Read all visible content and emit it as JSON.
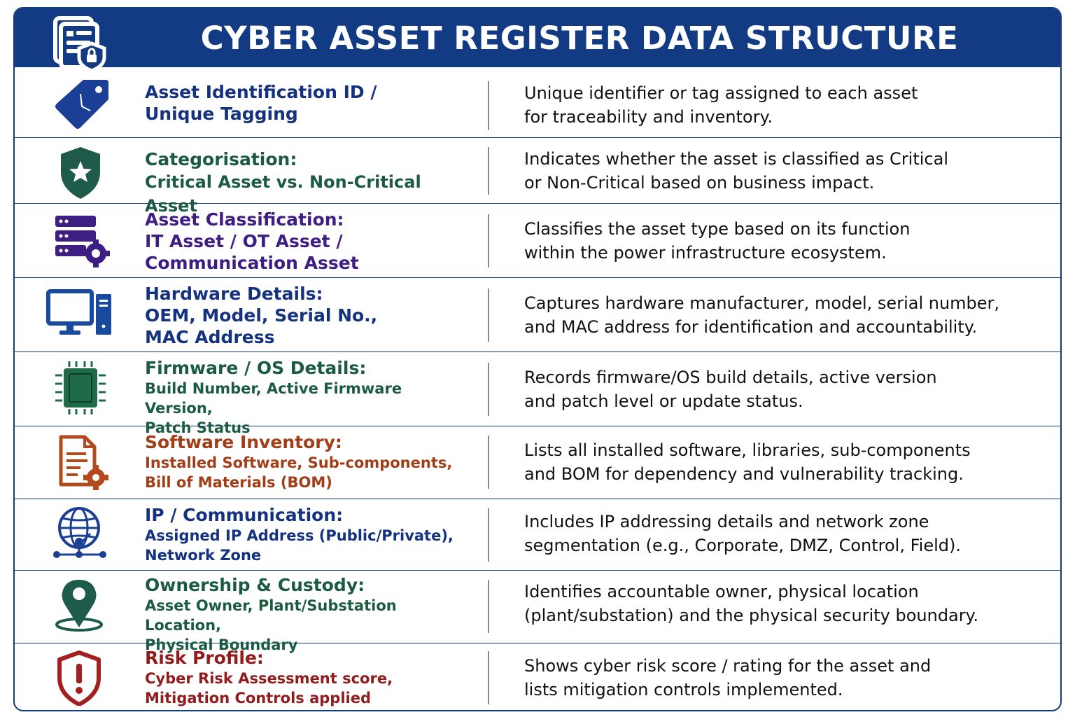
{
  "header": {
    "title": "CYBER ASSET REGISTER DATA STRUCTURE",
    "logo_icon": "document-lock-icon",
    "color": "#123b84"
  },
  "rows": [
    {
      "icon": "tag-icon",
      "color": "#14327f",
      "title": "Asset Identification ID /",
      "subtitle_lines": [
        "Unique Tagging"
      ],
      "description_lines": [
        "Unique identifier or tag assigned to each asset",
        "for traceability and inventory."
      ]
    },
    {
      "icon": "shield-star-icon",
      "color": "#1b5b42",
      "title": "Categorisation:",
      "subtitle_lines": [
        "Critical Asset vs. Non-Critical Asset"
      ],
      "description_lines": [
        "Indicates whether the asset is classified as Critical",
        "or Non-Critical based on business impact."
      ]
    },
    {
      "icon": "server-gear-icon",
      "color": "#3f1e83",
      "title": "Asset Classification:",
      "subtitle_lines": [
        "IT Asset / OT Asset /",
        "Communication Asset"
      ],
      "description_lines": [
        "Classifies the asset type based on its function",
        "within the power infrastructure ecosystem."
      ]
    },
    {
      "icon": "computer-icon",
      "color": "#14327f",
      "title": "Hardware Details:",
      "subtitle_lines": [
        "OEM, Model, Serial No.,",
        "MAC Address"
      ],
      "description_lines": [
        "Captures hardware manufacturer, model, serial number,",
        "and MAC address for identification and accountability."
      ]
    },
    {
      "icon": "chip-icon",
      "color": "#1b5b42",
      "title": "Firmware / OS Details:",
      "subtitle_lines": [
        "Build Number, Active Firmware Version,",
        "Patch Status"
      ],
      "description_lines": [
        "Records firmware/OS build details, active version",
        "and patch level or update status."
      ]
    },
    {
      "icon": "document-gear-icon",
      "color": "#a23e17",
      "title": "Software Inventory:",
      "subtitle_lines": [
        "Installed Software, Sub-components,",
        "Bill of Materials (BOM)"
      ],
      "description_lines": [
        "Lists all installed software, libraries, sub-components",
        "and BOM for dependency and vulnerability tracking."
      ]
    },
    {
      "icon": "globe-network-icon",
      "color": "#14327f",
      "title": "IP / Communication:",
      "subtitle_lines": [
        "Assigned IP Address (Public/Private),",
        "Network Zone"
      ],
      "description_lines": [
        "Includes IP addressing details and network zone",
        "segmentation (e.g., Corporate, DMZ, Control, Field)."
      ]
    },
    {
      "icon": "location-pin-icon",
      "color": "#1b5b42",
      "title": "Ownership & Custody:",
      "subtitle_lines": [
        "Asset Owner, Plant/Substation Location,",
        "Physical Boundary"
      ],
      "description_lines": [
        "Identifies accountable owner, physical location",
        "(plant/substation) and the physical security boundary."
      ]
    },
    {
      "icon": "shield-alert-icon",
      "color": "#921c1c",
      "title": "Risk Profile:",
      "subtitle_lines": [
        "Cyber Risk Assessment score,",
        "Mitigation Controls applied"
      ],
      "description_lines": [
        "Shows cyber risk score / rating for the asset and",
        "lists mitigation controls implemented."
      ]
    }
  ]
}
